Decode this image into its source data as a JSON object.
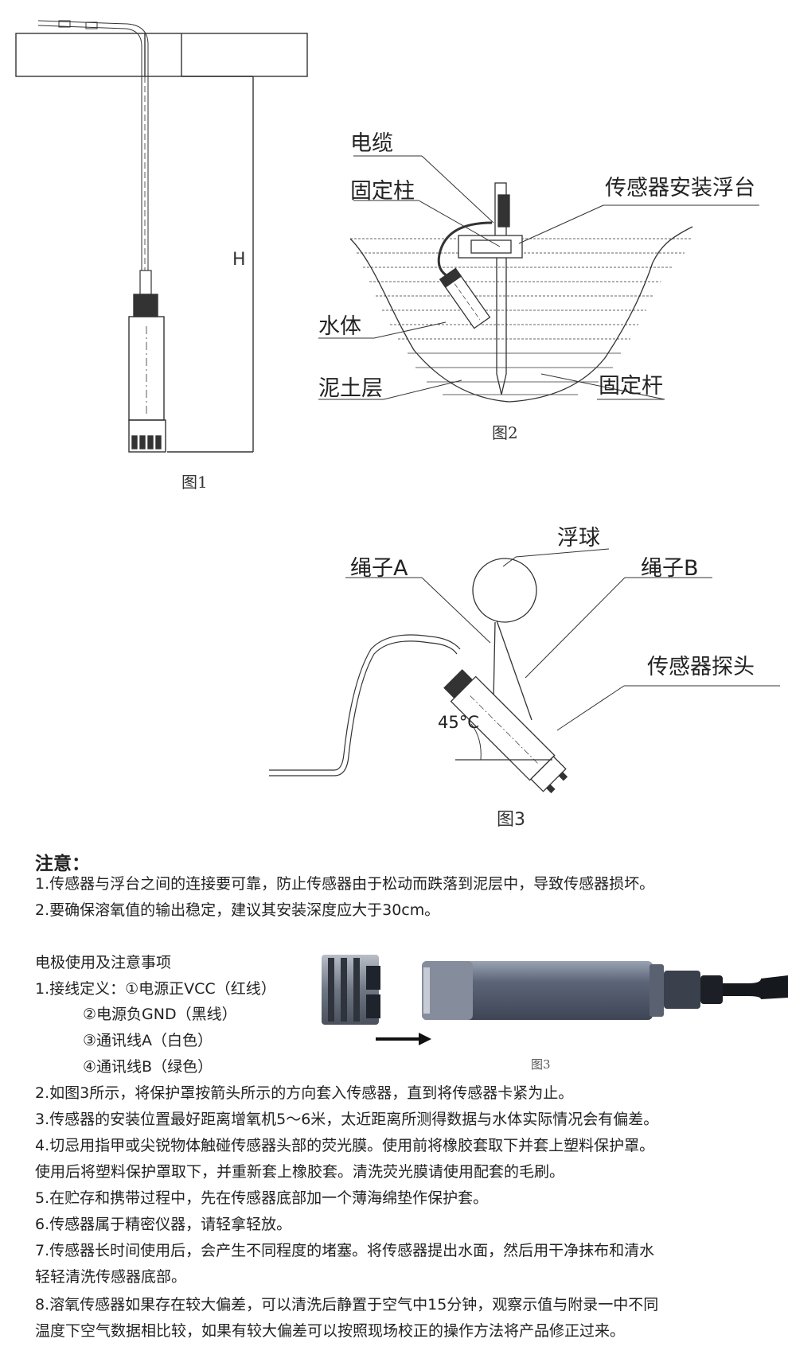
{
  "figure1": {
    "caption": "图1",
    "height_mark": "H"
  },
  "figure2": {
    "caption": "图2",
    "labels": {
      "cable": "电缆",
      "fixed_post": "固定柱",
      "float_platform": "传感器安装浮台",
      "water_body": "水体",
      "mud_layer": "泥土层",
      "fixed_rod": "固定杆"
    }
  },
  "figure3": {
    "caption": "图3",
    "labels": {
      "float_ball": "浮球",
      "rope_a": "绳子A",
      "rope_b": "绳子B",
      "probe": "传感器探头",
      "angle": "45°C"
    }
  },
  "notice": {
    "title": "注意：",
    "lines": [
      "1.传感器与浮台之间的连接要可靠，防止传感器由于松动而跌落到泥层中，导致传感器损坏。",
      "2.要确保溶氧值的输出稳定，建议其安装深度应大于30cm。"
    ]
  },
  "electrode": {
    "heading": "电极使用及注意事项",
    "wiring": [
      "1.接线定义：①电源正VCC（红线）",
      "②电源负GND（黑线）",
      "③通讯线A（白色）",
      "④通讯线B（绿色）"
    ],
    "figure_caption": "图3",
    "items": [
      "2.如图3所示，将保护罩按箭头所示的方向套入传感器，直到将传感器卡紧为止。",
      "3.传感器的安装位置最好距离增氧机5～6米，太近距离所测得数据与水体实际情况会有偏差。",
      "4.切忌用指甲或尖锐物体触碰传感器头部的荧光膜。使用前将橡胶套取下并套上塑料保护罩。",
      "使用后将塑料保护罩取下，并重新套上橡胶套。清洗荧光膜请使用配套的毛刷。",
      "5.在贮存和携带过程中，先在传感器底部加一个薄海绵垫作保护套。",
      "6.传感器属于精密仪器，请轻拿轻放。",
      "7.传感器长时间使用后，会产生不同程度的堵塞。将传感器提出水面，然后用干净抹布和清水",
      "轻轻清洗传感器底部。",
      "8.溶氧传感器如果存在较大偏差，可以清洗后静置于空气中15分钟，观察示值与附录一中不同",
      "温度下空气数据相比较，如果有较大偏差可以按照现场校正的操作方法将产品修正过来。"
    ]
  }
}
